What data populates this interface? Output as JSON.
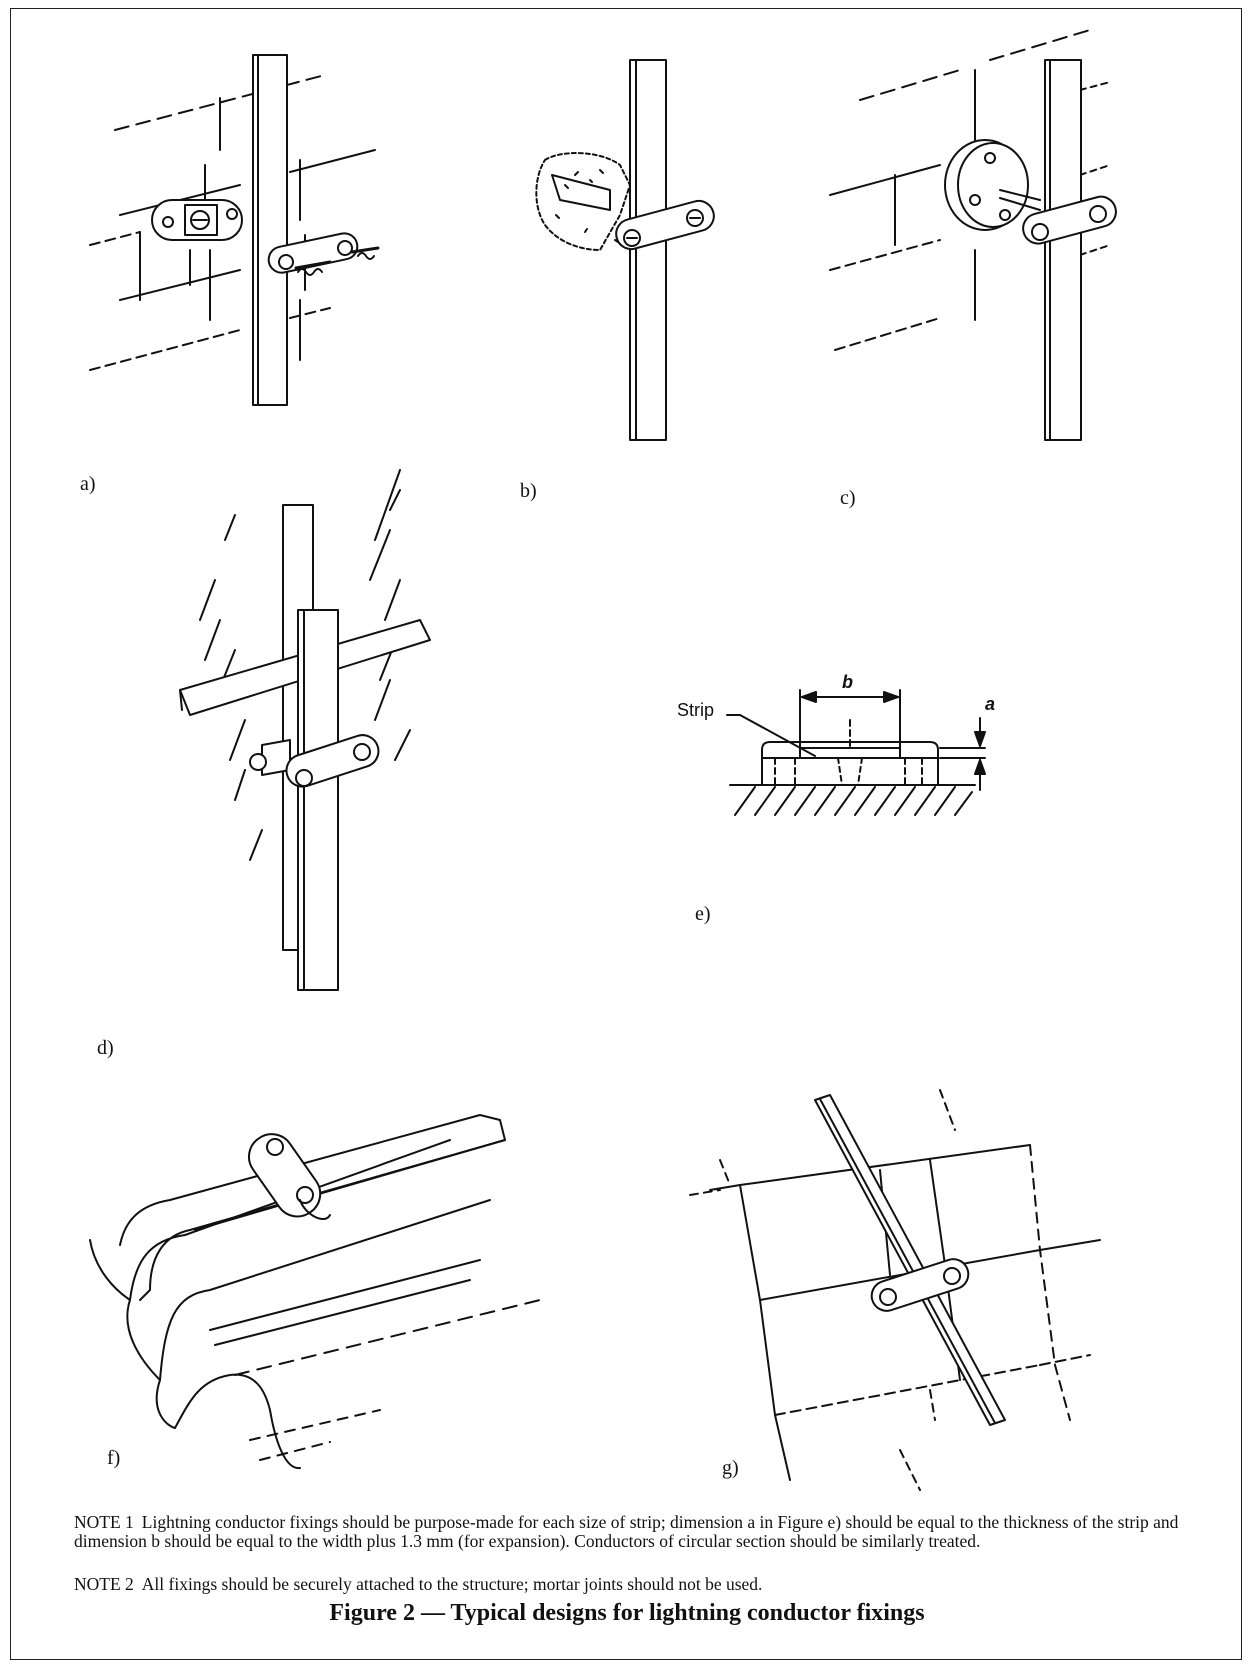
{
  "panels": {
    "a": "a)",
    "b": "b)",
    "c": "c)",
    "d": "d)",
    "e": "e)",
    "f": "f)",
    "g": "g)"
  },
  "diagram_e": {
    "strip_label": "Strip",
    "dim_a": "a",
    "dim_b": "b"
  },
  "notes": [
    {
      "label": "NOTE 1",
      "text": "Lightning conductor fixings should be purpose-made for each size of strip; dimension a in Figure e) should be equal to the thickness of the strip and dimension b should be equal to the width plus 1.3 mm (for expansion). Conductors of circular section should be similarly treated."
    },
    {
      "label": "NOTE 2",
      "text": "All fixings should be securely attached to the structure; mortar joints should not be used."
    }
  ],
  "caption": "Figure 2 — Typical designs for lightning conductor fixings"
}
